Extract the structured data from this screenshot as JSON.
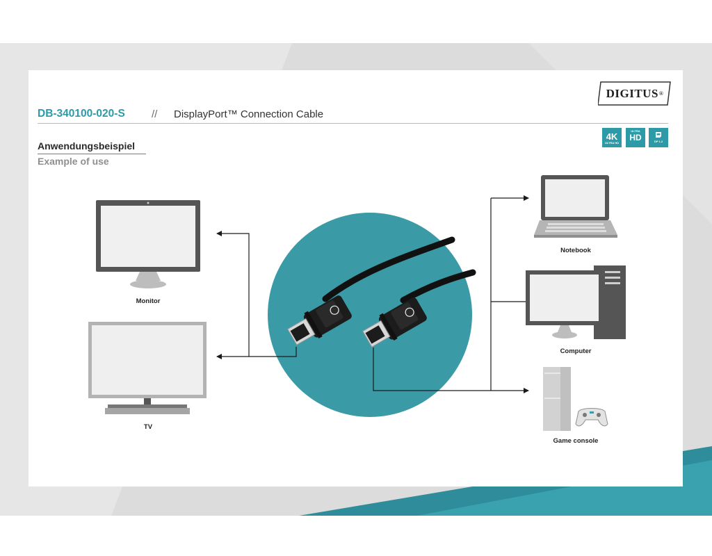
{
  "brand": {
    "logo_text": "DIGITUS",
    "registered": "®"
  },
  "product": {
    "code": "DB-340100-020-S",
    "separator": "//",
    "name": "DisplayPort™ Connection Cable"
  },
  "badges": [
    {
      "big": "4K",
      "small": "ULTRA HD"
    },
    {
      "big": "HD",
      "small": "ULTRA"
    },
    {
      "big": "",
      "small": "DP 1.2"
    }
  ],
  "section": {
    "title_de": "Anwendungsbeispiel",
    "title_en": "Example of use"
  },
  "devices": {
    "monitor": "Monitor",
    "tv": "TV",
    "notebook": "Notebook",
    "computer": "Computer",
    "game_console": "Game console"
  },
  "colors": {
    "accent": "#2d9aa7",
    "circle": "#3a9aa6",
    "device_frame": "#555555",
    "screen": "#efefef"
  }
}
